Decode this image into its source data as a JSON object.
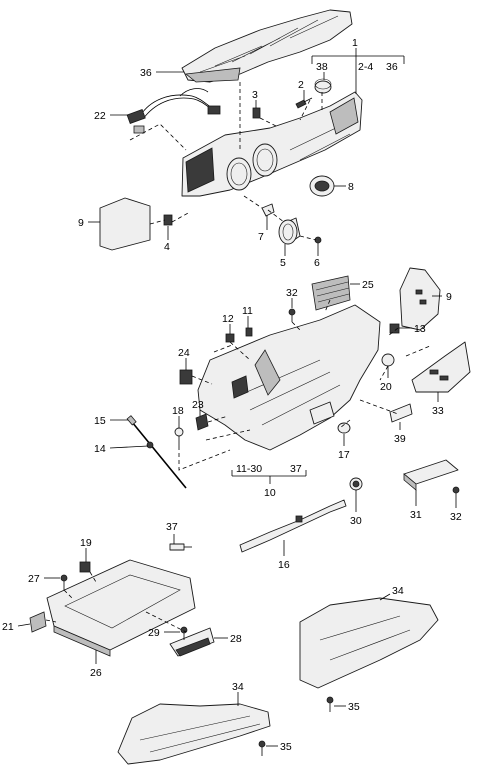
{
  "diagram": {
    "callouts": {
      "c1": "1",
      "c2": "2",
      "c2to4": "2-4",
      "c3": "3",
      "c4": "4",
      "c5": "5",
      "c6": "6",
      "c7": "7",
      "c8": "8",
      "c9a": "9",
      "c9b": "9",
      "c10": "10",
      "c11": "11",
      "c11to30": "11-30",
      "c12": "12",
      "c13": "13",
      "c14": "14",
      "c15": "15",
      "c16": "16",
      "c17": "17",
      "c18": "18",
      "c19": "19",
      "c20": "20",
      "c21": "21",
      "c22": "22",
      "c23": "23",
      "c24": "24",
      "c25": "25",
      "c26": "26",
      "c27": "27",
      "c28": "28",
      "c29": "29",
      "c30": "30",
      "c31": "31",
      "c32a": "32",
      "c32b": "32",
      "c33": "33",
      "c34a": "34",
      "c34b": "34",
      "c35a": "35",
      "c35b": "35",
      "c36a": "36",
      "c36b": "36",
      "c37a": "37",
      "c37b": "37",
      "c38": "38",
      "c39": "39"
    }
  }
}
